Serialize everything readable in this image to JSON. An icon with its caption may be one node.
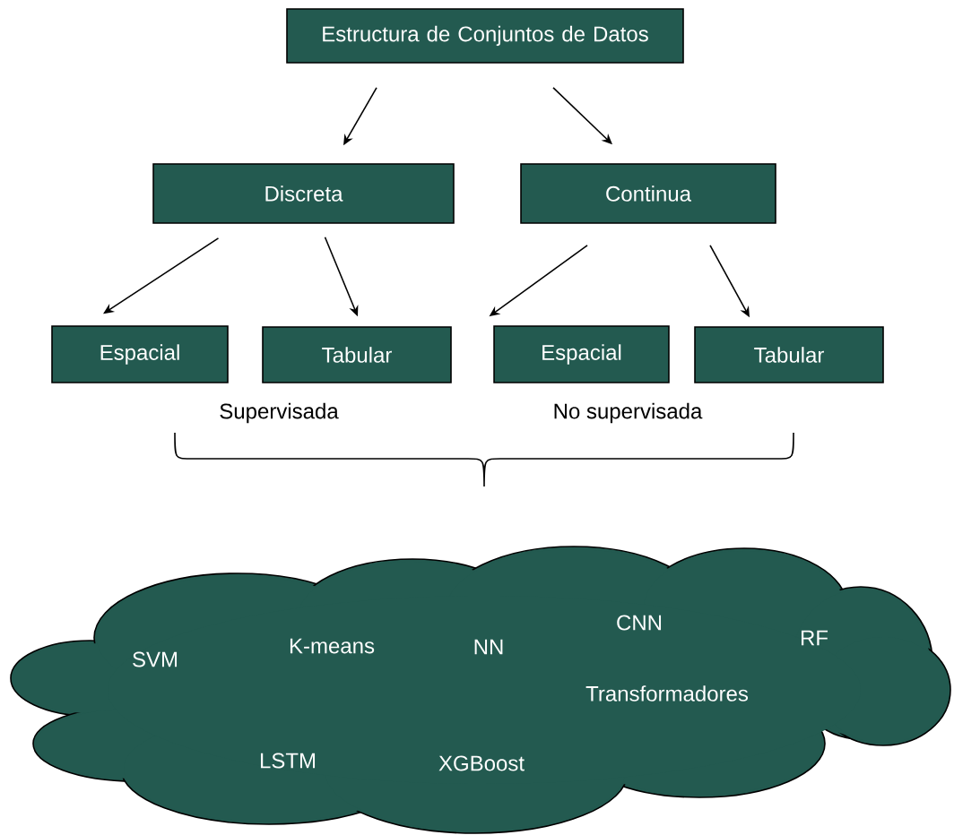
{
  "diagram": {
    "nodes": [
      {
        "text": [
          "Estructura de Conjuntos de Datos"
        ]
      },
      {
        "text": [
          "Discreta"
        ]
      },
      {
        "text": [
          "Continua"
        ]
      },
      {
        "text": [
          "Espacial"
        ]
      },
      {
        "text": [
          "Tabular"
        ]
      },
      {
        "text": [
          "Espacial"
        ]
      },
      {
        "text": [
          "Tabular"
        ]
      },
      {
        "text": [
          "SVM",
          "K-means",
          "NN",
          "CNN",
          "RF",
          "Transformadores",
          "LSTM",
          "XGBoost"
        ]
      }
    ],
    "edges": [
      {
        "from": 0,
        "to": 1,
        "arrow": "to"
      },
      {
        "from": 0,
        "to": 2,
        "arrow": "to"
      },
      {
        "from": 1,
        "to": 3,
        "arrow": "to"
      },
      {
        "from": 1,
        "to": 4,
        "arrow": "to"
      },
      {
        "from": 2,
        "to": 5,
        "arrow": "to"
      },
      {
        "from": 2,
        "to": 6,
        "arrow": "to"
      }
    ],
    "labels": [
      "Supervisada",
      "No supervisada"
    ]
  }
}
